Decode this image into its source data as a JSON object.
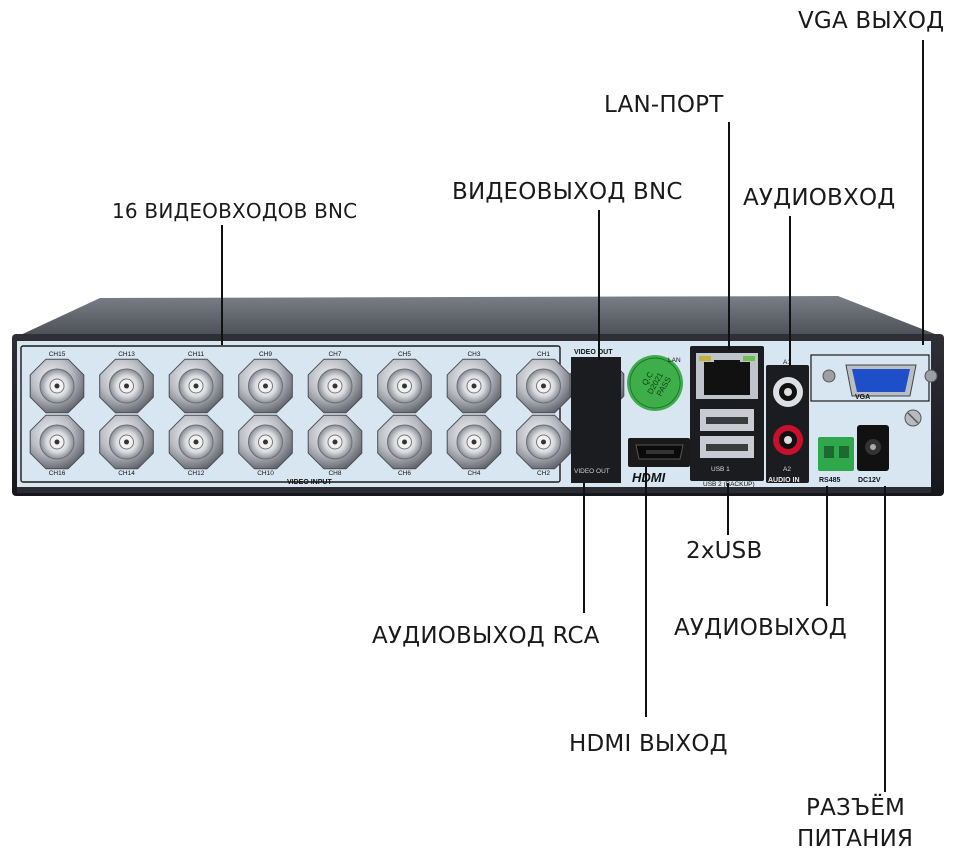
{
  "callouts": {
    "vga_out": "VGA ВЫХОД",
    "lan_port": "LAN-ПОРТ",
    "bnc_inputs": "16 ВИДЕОВХОДОВ BNC",
    "bnc_out": "ВИДЕОВЫХОД BNC",
    "audio_in": "АУДИОВХОД",
    "usb": "2xUSB",
    "audio_out_rca": "АУДИОВЫХОД RCA",
    "audio_out": "АУДИОВЫХОД",
    "hdmi_out": "HDMI ВЫХОД",
    "power_line1": "РАЗЪЁМ",
    "power_line2": "ПИТАНИЯ"
  },
  "panel": {
    "channels_top": [
      "CH15",
      "CH13",
      "CH11",
      "CH9",
      "CH7",
      "CH5",
      "CH3",
      "CH1"
    ],
    "channels_bottom": [
      "CH16",
      "CH14",
      "CH12",
      "CH10",
      "CH8",
      "CH6",
      "CH4",
      "CH2"
    ],
    "video_input": "VIDEO INPUT",
    "video_out_top": "VIDEO OUT",
    "video_out_bottom": "VIDEO OUT",
    "lan": "LAN",
    "usb1": "USB 1",
    "usb2": "USB 2 (BACKUP)",
    "hdmi": "HDMI",
    "audio_a1": "A1",
    "audio_a2": "A2",
    "audio_in": "AUDIO IN",
    "vga": "VGA",
    "rs485": "RS485",
    "dc12v": "DC12V",
    "qc_line1": "Q.C",
    "qc_line2": "D2021",
    "qc_line3": "PASS"
  },
  "colors": {
    "chassis_top": "#55585f",
    "panel": "#d8e6f2",
    "terminal_green": "#2ea84a",
    "rca_red": "#c8102e"
  }
}
